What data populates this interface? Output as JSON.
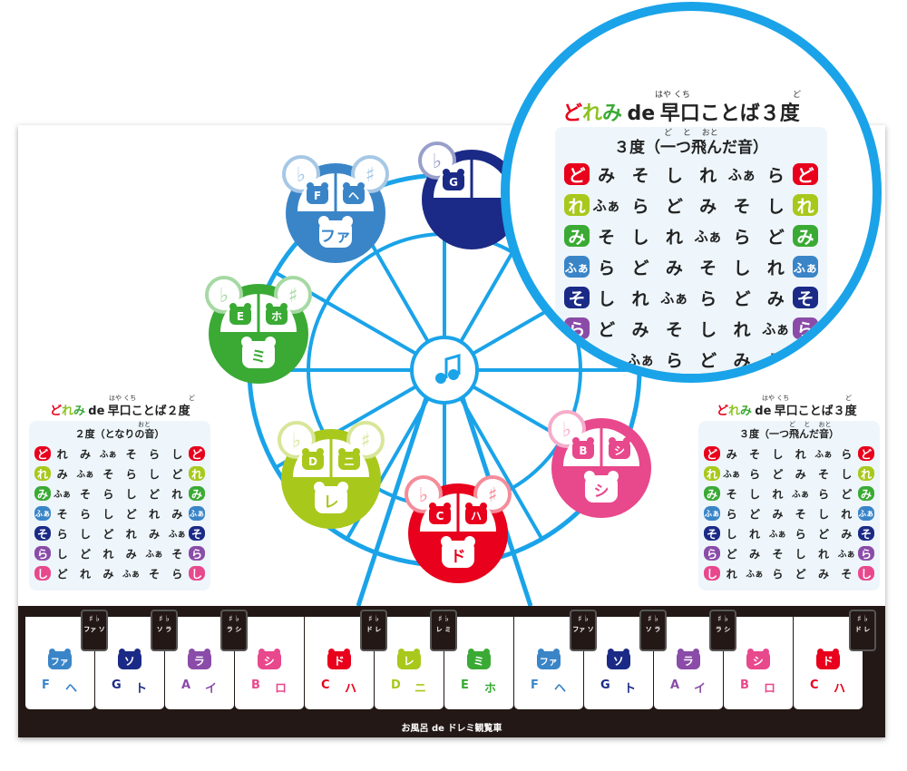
{
  "footer_title": "お風呂 de ドレミ観覧車",
  "wheel": {
    "hub_icon": "music-note-icon",
    "gondolas": [
      {
        "id": "fa",
        "color": "#3a85c8",
        "flat": "♭",
        "sharp": "♯",
        "letter": "F",
        "iroha": "ヘ",
        "solfege": "ファ"
      },
      {
        "id": "so",
        "color": "#1b2a86",
        "flat": "♭",
        "letter": "G"
      },
      {
        "id": "mi",
        "color": "#3aaa35",
        "flat": "♭",
        "sharp": "♯",
        "letter": "E",
        "iroha": "ホ",
        "solfege": "ミ"
      },
      {
        "id": "re",
        "color": "#a8c81c",
        "flat": "♭",
        "sharp": "♯",
        "letter": "D",
        "iroha": "ニ",
        "solfege": "レ"
      },
      {
        "id": "do",
        "color": "#e8001c",
        "flat": "♭",
        "sharp": "♯",
        "letter": "C",
        "iroha": "ハ",
        "solfege": "ド"
      },
      {
        "id": "si",
        "color": "#e8488c",
        "flat": "♭",
        "letter": "B",
        "iroha": "シ",
        "solfege": "シ"
      }
    ]
  },
  "note_colors": {
    "ど": "#e8001c",
    "れ": "#a8c81c",
    "み": "#3aaa35",
    "ふぁ": "#3a85c8",
    "そ": "#1b2a86",
    "ら": "#8a4ca8",
    "し": "#e8488c"
  },
  "table_2do": {
    "title_do": "ど",
    "title_re": "れ",
    "title_mi": "み",
    "title_de": "de",
    "title_rest": "早口ことば２度",
    "ruby_hayakuchi": "はや くち",
    "ruby_do": "ど",
    "subtitle": "２度（となりの音）",
    "ruby_oto": "おと",
    "rows": [
      [
        "ど",
        "れ",
        "み",
        "ふぁ",
        "そ",
        "ら",
        "し",
        "ど"
      ],
      [
        "れ",
        "み",
        "ふぁ",
        "そ",
        "ら",
        "し",
        "ど",
        "れ"
      ],
      [
        "み",
        "ふぁ",
        "そ",
        "ら",
        "し",
        "ど",
        "れ",
        "み"
      ],
      [
        "ふぁ",
        "そ",
        "ら",
        "し",
        "ど",
        "れ",
        "み",
        "ふぁ"
      ],
      [
        "そ",
        "ら",
        "し",
        "ど",
        "れ",
        "み",
        "ふぁ",
        "そ"
      ],
      [
        "ら",
        "し",
        "ど",
        "れ",
        "み",
        "ふぁ",
        "そ",
        "ら"
      ],
      [
        "し",
        "ど",
        "れ",
        "み",
        "ふぁ",
        "そ",
        "ら",
        "し"
      ]
    ]
  },
  "table_3do": {
    "title_do": "ど",
    "title_re": "れ",
    "title_mi": "み",
    "title_de": "de",
    "title_rest": "早口ことば３度",
    "ruby_hayakuchi": "はや くち",
    "ruby_do": "ど",
    "subtitle": "３度（一つ飛んだ音）",
    "ruby_sub": "ど　 と　 おと",
    "rows": [
      [
        "ど",
        "み",
        "そ",
        "し",
        "れ",
        "ふぁ",
        "ら",
        "ど"
      ],
      [
        "れ",
        "ふぁ",
        "ら",
        "ど",
        "み",
        "そ",
        "し",
        "れ"
      ],
      [
        "み",
        "そ",
        "し",
        "れ",
        "ふぁ",
        "ら",
        "ど",
        "み"
      ],
      [
        "ふぁ",
        "ら",
        "ど",
        "み",
        "そ",
        "し",
        "れ",
        "ふぁ"
      ],
      [
        "そ",
        "し",
        "れ",
        "ふぁ",
        "ら",
        "ど",
        "み",
        "そ"
      ],
      [
        "ら",
        "ど",
        "み",
        "そ",
        "し",
        "れ",
        "ふぁ",
        "ら"
      ],
      [
        "し",
        "れ",
        "ふぁ",
        "ら",
        "ど",
        "み",
        "そ",
        "し"
      ]
    ]
  },
  "white_keys": [
    {
      "solfege": "ファ",
      "color": "#3a85c8",
      "letter": "F",
      "iroha": "ヘ"
    },
    {
      "solfege": "ソ",
      "color": "#1b2a86",
      "letter": "G",
      "iroha": "ト"
    },
    {
      "solfege": "ラ",
      "color": "#8a4ca8",
      "letter": "A",
      "iroha": "イ"
    },
    {
      "solfege": "シ",
      "color": "#e8488c",
      "letter": "B",
      "iroha": "ロ"
    },
    {
      "solfege": "ド",
      "color": "#e8001c",
      "letter": "C",
      "iroha": "ハ"
    },
    {
      "solfege": "レ",
      "color": "#a8c81c",
      "letter": "D",
      "iroha": "ニ"
    },
    {
      "solfege": "ミ",
      "color": "#3aaa35",
      "letter": "E",
      "iroha": "ホ"
    },
    {
      "solfege": "ファ",
      "color": "#3a85c8",
      "letter": "F",
      "iroha": "ヘ"
    },
    {
      "solfege": "ソ",
      "color": "#1b2a86",
      "letter": "G",
      "iroha": "ト"
    },
    {
      "solfege": "ラ",
      "color": "#8a4ca8",
      "letter": "A",
      "iroha": "イ"
    },
    {
      "solfege": "シ",
      "color": "#e8488c",
      "letter": "B",
      "iroha": "ロ"
    },
    {
      "solfege": "ド",
      "color": "#e8001c",
      "letter": "C",
      "iroha": "ハ"
    }
  ],
  "black_keys": [
    {
      "sharp": "♯",
      "flat": "♭",
      "left": "ファ",
      "right": "ソ"
    },
    {
      "sharp": "♯",
      "flat": "♭",
      "left": "ソ",
      "right": "ラ"
    },
    {
      "sharp": "♯",
      "flat": "♭",
      "left": "ラ",
      "right": "シ"
    },
    {
      "sharp": "♯",
      "flat": "♭",
      "left": "ド",
      "right": "レ"
    },
    {
      "sharp": "♯",
      "flat": "♭",
      "left": "レ",
      "right": "ミ"
    },
    {
      "sharp": "♯",
      "flat": "♭",
      "left": "ファ",
      "right": "ソ"
    },
    {
      "sharp": "♯",
      "flat": "♭",
      "left": "ソ",
      "right": "ラ"
    },
    {
      "sharp": "♯",
      "flat": "♭",
      "left": "ラ",
      "right": "シ"
    },
    {
      "sharp": "♯",
      "flat": "♭",
      "left": "ド",
      "right": "レ"
    }
  ]
}
